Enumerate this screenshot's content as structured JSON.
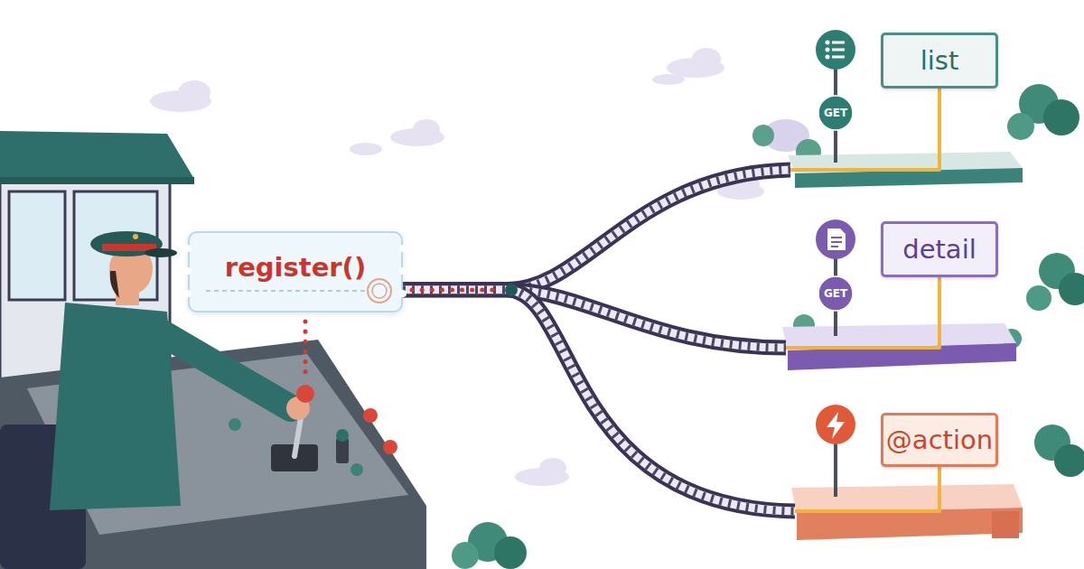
{
  "diagram": {
    "nodes": [
      {
        "text": [
          "register()"
        ]
      },
      {
        "text": [
          "GET"
        ]
      },
      {
        "text": [
          "list"
        ]
      },
      {
        "text": [
          "GET"
        ]
      },
      {
        "text": [
          "detail"
        ]
      },
      {
        "text": [
          "@action"
        ]
      }
    ],
    "edges": [
      {
        "from": 0,
        "to": 2,
        "arrow": "none"
      },
      {
        "from": 0,
        "to": 4,
        "arrow": "none"
      },
      {
        "from": 0,
        "to": 5,
        "arrow": "none"
      }
    ]
  }
}
